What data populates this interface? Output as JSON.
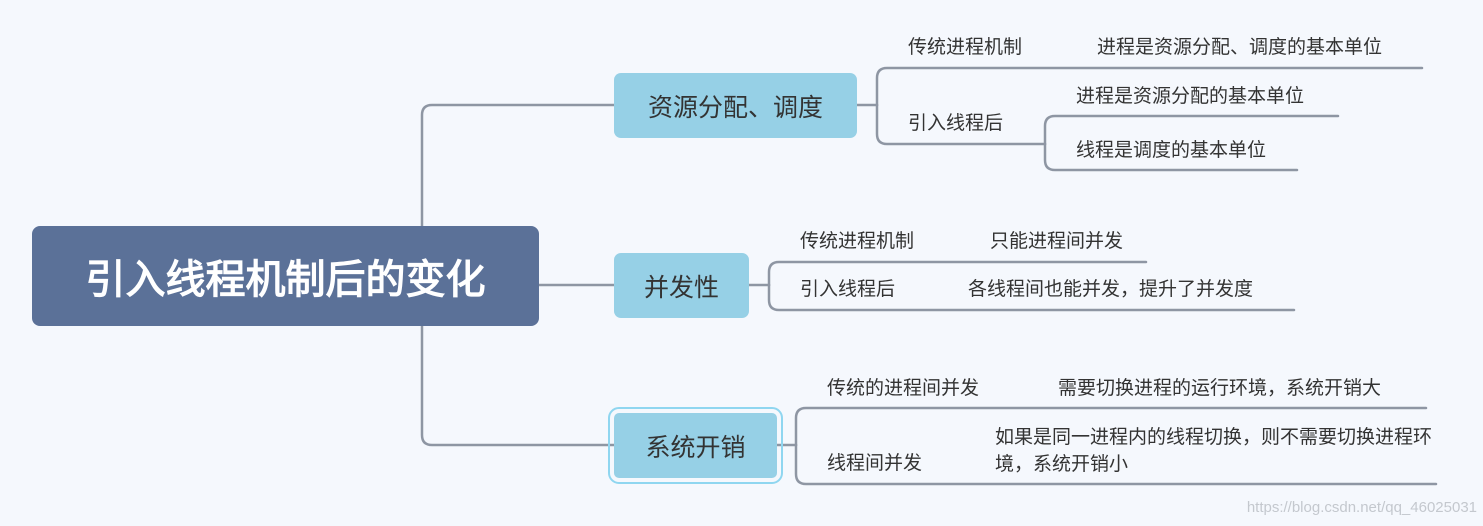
{
  "root": {
    "label": "引入线程机制后的变化"
  },
  "branches": [
    {
      "label": "资源分配、调度",
      "children": [
        {
          "label": "传统进程机制",
          "leaves": [
            "进程是资源分配、调度的基本单位"
          ]
        },
        {
          "label": "引入线程后",
          "leaves": [
            "进程是资源分配的基本单位",
            "线程是调度的基本单位"
          ]
        }
      ]
    },
    {
      "label": "并发性",
      "children": [
        {
          "label": "传统进程机制",
          "leaves": [
            "只能进程间并发"
          ]
        },
        {
          "label": "引入线程后",
          "leaves": [
            "各线程间也能并发，提升了并发度"
          ]
        }
      ]
    },
    {
      "label": "系统开销",
      "children": [
        {
          "label": "传统的进程间并发",
          "leaves": [
            "需要切换进程的运行环境，系统开销大"
          ]
        },
        {
          "label": "线程间并发",
          "leaves": [
            "如果是同一进程内的线程切换，则不需要切换进程环境，系统开销小"
          ]
        }
      ]
    }
  ],
  "watermark": "https://blog.csdn.net/qq_46025031",
  "colors": {
    "background": "#f5f8fd",
    "root_fill": "#5b7198",
    "branch_fill": "#96d0e6",
    "connector": "#8e96a3",
    "selection_outline": "#8fd6f0",
    "text": "#333333"
  }
}
